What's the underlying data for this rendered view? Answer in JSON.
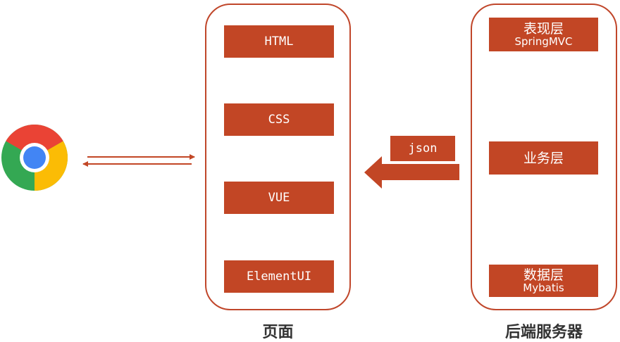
{
  "colors": {
    "accent": "#c24625",
    "border": "#c0462a",
    "caption": "#333333"
  },
  "browser": {
    "icon": "chrome-icon"
  },
  "frontend": {
    "caption": "页面",
    "items": [
      {
        "label": "HTML"
      },
      {
        "label": "CSS"
      },
      {
        "label": "VUE"
      },
      {
        "label": "ElementUI"
      }
    ]
  },
  "transfer": {
    "label": "json"
  },
  "backend": {
    "caption": "后端服务器",
    "presentation": {
      "title": "表现层",
      "subtitle": "SpringMVC"
    },
    "business": {
      "title": "业务层"
    },
    "data": {
      "title": "数据层",
      "subtitle": "Mybatis"
    }
  }
}
